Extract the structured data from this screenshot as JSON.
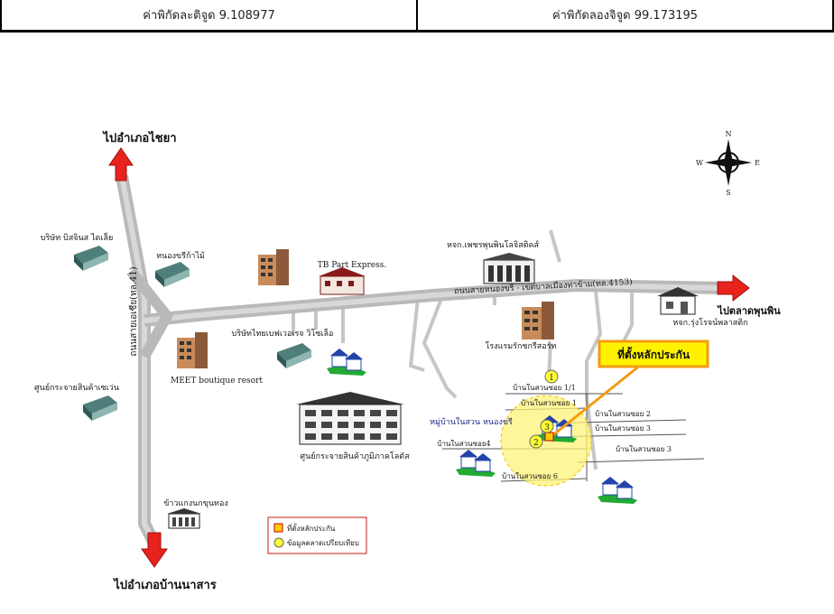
{
  "header": {
    "latitude_text": "ค่าพิกัดละติจูด 9.108977",
    "longitude_text": "ค่าพิกัดลองจิจูด 99.173195"
  },
  "compass": {
    "n": "N",
    "s": "S",
    "e": "E",
    "w": "W"
  },
  "directions": {
    "north": "ไปอำเภอไชยา",
    "south": "ไปอำเภอบ้านนาสาร",
    "east": "ไปตลาดพุนพิน"
  },
  "roads": {
    "main_vertical": "ถนนสายเอเชีย(ทล.41)",
    "main_horizontal": "ถนนสายหนองขรี - เขตบาลเมืองท่าข้าม(ทล.4153)"
  },
  "places": {
    "bristol": "บริษัท บิสจินส ไดเล็ย",
    "nongkhri_flower": "หนองขรีก้าไม้",
    "tb_part": "TB Part Express.",
    "meet": "MEET boutique resort",
    "thaibev": "บริษัทไทยเบฟเวอเรจ วิโซเล็อ",
    "center_left": "ศูนย์กระจายสินค้าเซเว่น",
    "center_logistic": "ศูนย์กระจายสินค้าภูมิภาคโลตัส",
    "rice": "ข้าวแกงนกขุนทอง",
    "petchpunpin": "หจก.เพชรพุนพินโลจิสติคส์",
    "hotel": "โรงแรมรักชกรีสอร์ท",
    "plastic": "หจก.รุ่งโรจน์พลาสติก",
    "village": "หมู่บ้านในสวน หนองขรี",
    "soi1": "บ้านในสวนซอย 1/1",
    "soi1b": "บ้านในสวนซอย 1",
    "soi2": "บ้านในสวนซอย 2",
    "soi3": "บ้านในสวนซอย 3",
    "soi3b": "บ้านในสวนซอย 3",
    "soi4": "บ้านในสวนซอย4",
    "soi6": "บ้านในสวนซอย 6"
  },
  "callout": "ที่ตั้งหลักประกัน",
  "markers": [
    "1",
    "2",
    "3"
  ],
  "legend": {
    "item1": "ที่ตั้งหลักประกัน",
    "item2": "ข้อมูลตลาดเปรียบเทียบ"
  },
  "colors": {
    "road": "#b9b9b9",
    "arrow": "#e8221c",
    "callout_bg": "#fff200",
    "callout_border": "#f39c12",
    "circle": "#fff27a",
    "marker": "#ffff33"
  }
}
